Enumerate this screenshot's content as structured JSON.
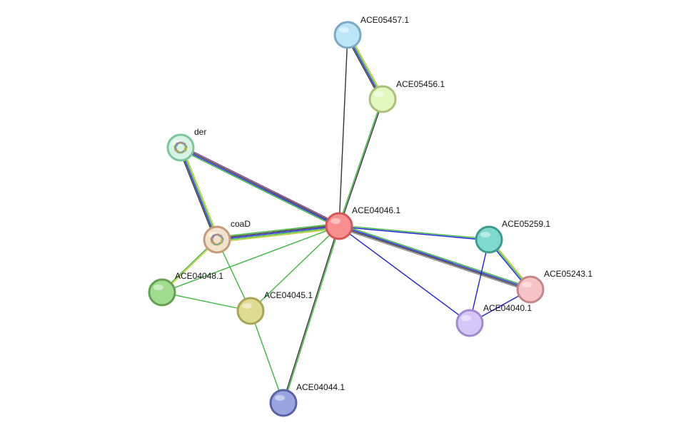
{
  "nodes": [
    {
      "id": "ACE04046.1",
      "label": "ACE04046.1",
      "fill": "#f88f8f",
      "stroke": "#d45656"
    },
    {
      "id": "ACE05457.1",
      "label": "ACE05457.1",
      "fill": "#bde5f8",
      "stroke": "#79a9c5"
    },
    {
      "id": "ACE05456.1",
      "label": "ACE05456.1",
      "fill": "#e2f8bf",
      "stroke": "#a8c27c"
    },
    {
      "id": "der",
      "label": "der",
      "fill": "#d8f3e4",
      "stroke": "#78c89a",
      "structure": true
    },
    {
      "id": "coaD",
      "label": "coaD",
      "fill": "#f3e3cc",
      "stroke": "#c79a79",
      "structure": true
    },
    {
      "id": "ACE04048.1",
      "label": "ACE04048.1",
      "fill": "#a1dd8f",
      "stroke": "#65a053"
    },
    {
      "id": "ACE04045.1",
      "label": "ACE04045.1",
      "fill": "#dedc91",
      "stroke": "#a8a458"
    },
    {
      "id": "ACE04044.1",
      "label": "ACE04044.1",
      "fill": "#9aa4e0",
      "stroke": "#5a62a4"
    },
    {
      "id": "ACE05259.1",
      "label": "ACE05259.1",
      "fill": "#7fd9cf",
      "stroke": "#3f9b90"
    },
    {
      "id": "ACE05243.1",
      "label": "ACE05243.1",
      "fill": "#f6c4c6",
      "stroke": "#c58689"
    },
    {
      "id": "ACE04040.1",
      "label": "ACE04040.1",
      "fill": "#d6c6f9",
      "stroke": "#9f8bcd"
    }
  ],
  "edges": [
    {
      "a": "ACE04046.1",
      "b": "ACE05457.1",
      "colors": [
        "#333333"
      ]
    },
    {
      "a": "ACE05457.1",
      "b": "ACE05456.1",
      "colors": [
        "#c8c832",
        "#3bb83b",
        "#1f1fd9",
        "#333333"
      ]
    },
    {
      "a": "ACE04046.1",
      "b": "ACE05456.1",
      "colors": [
        "#3bb83b",
        "#333333"
      ]
    },
    {
      "a": "ACE04046.1",
      "b": "der",
      "colors": [
        "#3bb83b",
        "#1f1fd9",
        "#333333",
        "#8a3b8a"
      ]
    },
    {
      "a": "der",
      "b": "coaD",
      "colors": [
        "#c8c832",
        "#3bb83b",
        "#1f1fd9",
        "#333333"
      ]
    },
    {
      "a": "ACE04046.1",
      "b": "coaD",
      "colors": [
        "#c8c832",
        "#3bb83b",
        "#1f1fd9",
        "#333333",
        "#3bb83b"
      ]
    },
    {
      "a": "coaD",
      "b": "ACE04048.1",
      "colors": [
        "#c8c832",
        "#3bb83b"
      ]
    },
    {
      "a": "coaD",
      "b": "ACE04045.1",
      "colors": [
        "#3bb83b"
      ]
    },
    {
      "a": "ACE04046.1",
      "b": "ACE04048.1",
      "colors": [
        "#3bb83b"
      ]
    },
    {
      "a": "ACE04048.1",
      "b": "ACE04045.1",
      "colors": [
        "#3bb83b"
      ]
    },
    {
      "a": "ACE04046.1",
      "b": "ACE04045.1",
      "colors": [
        "#3bb83b"
      ]
    },
    {
      "a": "ACE04045.1",
      "b": "ACE04044.1",
      "colors": [
        "#3bb83b"
      ]
    },
    {
      "a": "ACE04046.1",
      "b": "ACE04044.1",
      "colors": [
        "#3bb83b",
        "#333333"
      ]
    },
    {
      "a": "ACE04046.1",
      "b": "ACE05259.1",
      "colors": [
        "#3bb83b",
        "#1f1fd9"
      ]
    },
    {
      "a": "ACE04046.1",
      "b": "ACE05243.1",
      "colors": [
        "#3bb83b",
        "#1f1fd9",
        "#333333",
        "#888888"
      ]
    },
    {
      "a": "ACE04046.1",
      "b": "ACE04040.1",
      "colors": [
        "#1f1fd9"
      ]
    },
    {
      "a": "ACE05259.1",
      "b": "ACE05243.1",
      "colors": [
        "#c8c832",
        "#3bb83b",
        "#1f1fd9"
      ]
    },
    {
      "a": "ACE05259.1",
      "b": "ACE04040.1",
      "colors": [
        "#1f1fd9"
      ]
    },
    {
      "a": "ACE05243.1",
      "b": "ACE04040.1",
      "colors": [
        "#1f1fd9"
      ]
    }
  ]
}
